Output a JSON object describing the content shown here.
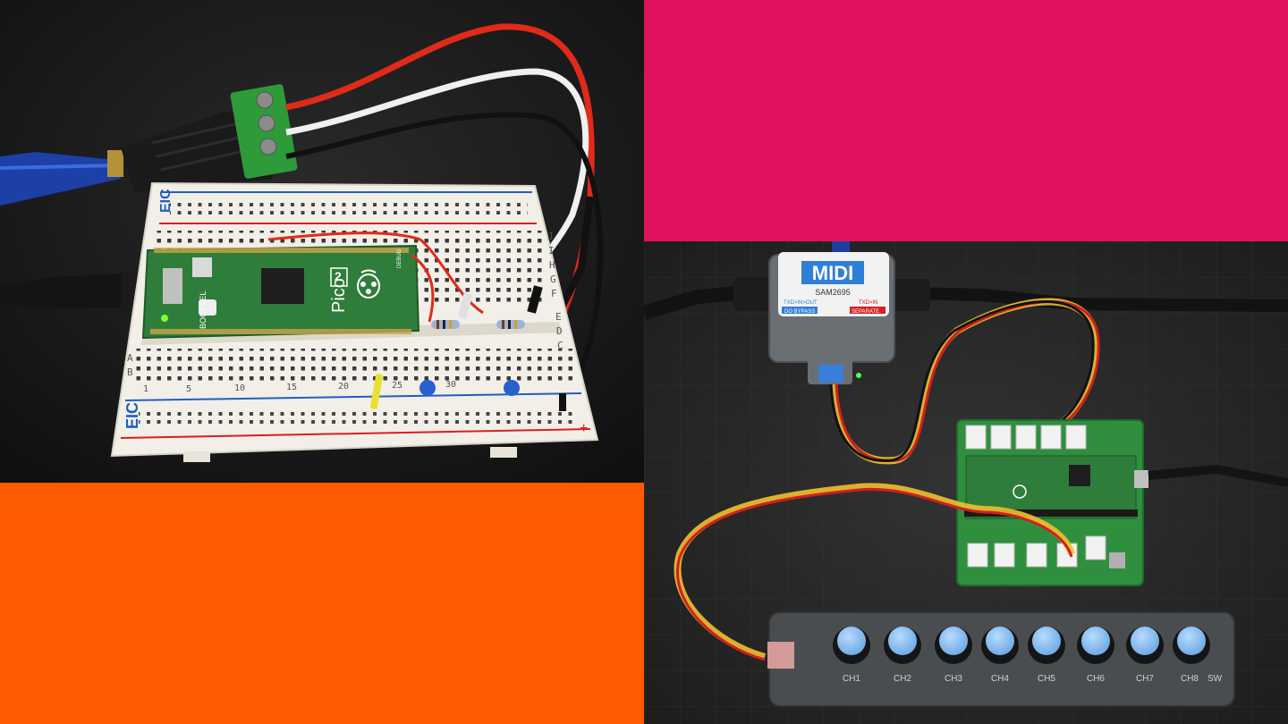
{
  "colors": {
    "pink_block": "#e0115f",
    "orange_block": "#ff5a00",
    "breadboard": "#f2efe8",
    "pico_green": "#2f7d3a",
    "rail_red": "#d62020",
    "rail_blue": "#1f5fbf",
    "terminal_green": "#2e9a3a",
    "knob_blue": "#7db6e8"
  },
  "breadboard_photo": {
    "brand_top": "EIC",
    "brand_bottom": "EIC",
    "rail_plus": "+",
    "pico_label": "Pico",
    "pico_version": "2",
    "bootsel_label": "BOOTSEL",
    "debug_label": "DEBUG",
    "row_letters_top": [
      "J",
      "I",
      "H",
      "G",
      "F"
    ],
    "row_letters_bottom": [
      "E",
      "D",
      "C",
      "B",
      "A"
    ],
    "column_numbers": [
      "1",
      "5",
      "10",
      "15",
      "20",
      "25",
      "30"
    ]
  },
  "midi_photo": {
    "module_title": "MIDI",
    "module_chip": "SAM2695",
    "module_left_text": "TXD>IN>OUT",
    "module_left_badge": "DO BYPASS",
    "module_right_text": "TXD>IN",
    "module_right_badge": "SEPARATE",
    "knob_labels": [
      "CH1",
      "CH2",
      "CH3",
      "CH4",
      "CH5",
      "CH6",
      "CH7",
      "CH8",
      "SW"
    ]
  }
}
